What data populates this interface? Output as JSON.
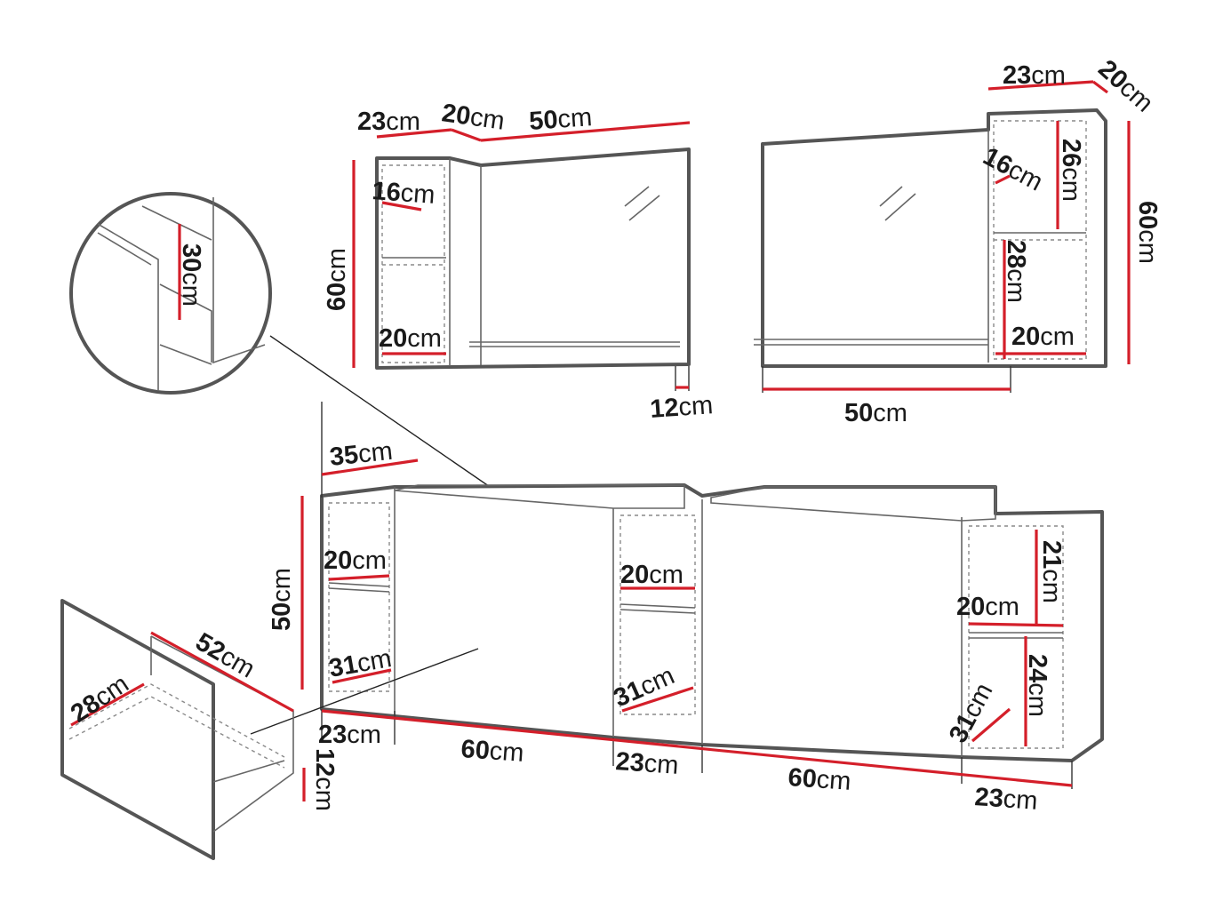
{
  "colors": {
    "dimension_line": "#d41f2a",
    "outline": "#555555",
    "text": "#1a1a1a",
    "background": "#ffffff"
  },
  "labels": {
    "mirror_left_depth_a": "23cm",
    "mirror_left_depth_b": "20cm",
    "mirror_left_width": "50cm",
    "mirror_left_height": "60cm",
    "mirror_left_shelf_top": "16cm",
    "mirror_left_shelf_bottom": "20cm",
    "mirror_left_shelf_depth": "12cm",
    "mirror_right_width_top": "23cm",
    "mirror_right_depth": "20cm",
    "mirror_right_height": "60cm",
    "mirror_right_shelf_a": "16cm",
    "mirror_right_shelf_b": "26cm",
    "mirror_right_shelf_c": "28cm",
    "mirror_right_shelf_d": "20cm",
    "mirror_right_width": "50cm",
    "detail_drawer_height": "30cm",
    "cabinet_depth": "35cm",
    "cabinet_height": "50cm",
    "cabinet_left_shelf_top": "20cm",
    "cabinet_left_shelf_bottom": "31cm",
    "cabinet_mid_shelf_top": "20cm",
    "cabinet_mid_shelf_bottom": "31cm",
    "cabinet_right_shelf_top_h": "21cm",
    "cabinet_right_shelf_top_w": "20cm",
    "cabinet_right_shelf_bottom_h": "24cm",
    "cabinet_right_shelf_bottom_w": "31cm",
    "cabinet_w_1": "23cm",
    "cabinet_w_2": "60cm",
    "cabinet_w_3": "23cm",
    "cabinet_w_4": "60cm",
    "cabinet_w_5": "23cm",
    "drawer_depth": "52cm",
    "drawer_inner_height": "28cm",
    "drawer_height": "12cm"
  }
}
